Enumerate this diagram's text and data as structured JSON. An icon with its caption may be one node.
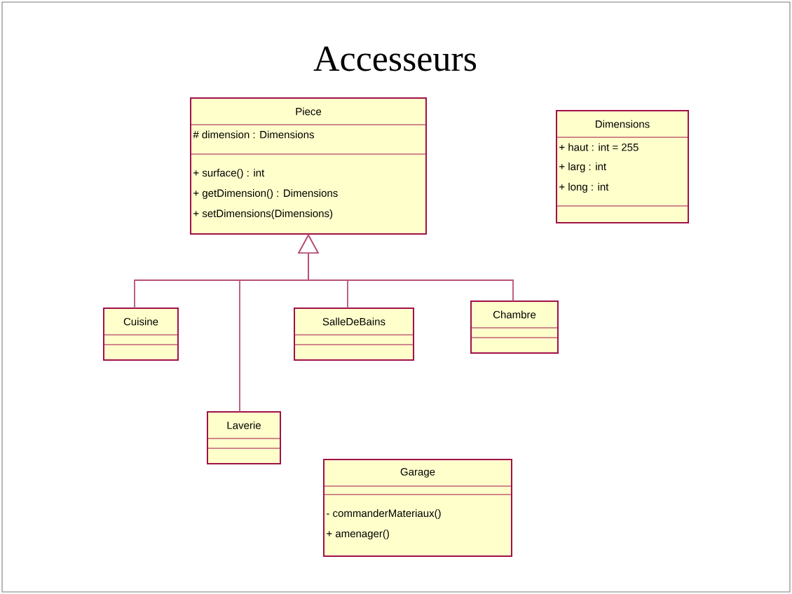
{
  "diagram": {
    "title": "Accesseurs",
    "nodes": [
      {
        "text": [
          "Piece",
          "# dimension : Dimensions",
          "+ surface() : int",
          "+ getDimension() : Dimensions",
          "+ setDimensions(Dimensions)"
        ]
      },
      {
        "text": [
          "Dimensions",
          "+ haut : int = 255",
          "+ larg : int",
          "+ long : int"
        ]
      },
      {
        "text": [
          "Cuisine"
        ]
      },
      {
        "text": [
          "SalleDeBains"
        ]
      },
      {
        "text": [
          "Chambre"
        ]
      },
      {
        "text": [
          "Laverie"
        ]
      },
      {
        "text": [
          "Garage",
          "- commanderMateriaux()",
          "+ amenager()"
        ]
      }
    ],
    "edges": [
      {
        "from": 2,
        "to": 0,
        "arrow": "to"
      },
      {
        "from": 5,
        "to": 0,
        "arrow": "to"
      },
      {
        "from": 3,
        "to": 0,
        "arrow": "to"
      },
      {
        "from": 4,
        "to": 0,
        "arrow": "to"
      }
    ]
  }
}
